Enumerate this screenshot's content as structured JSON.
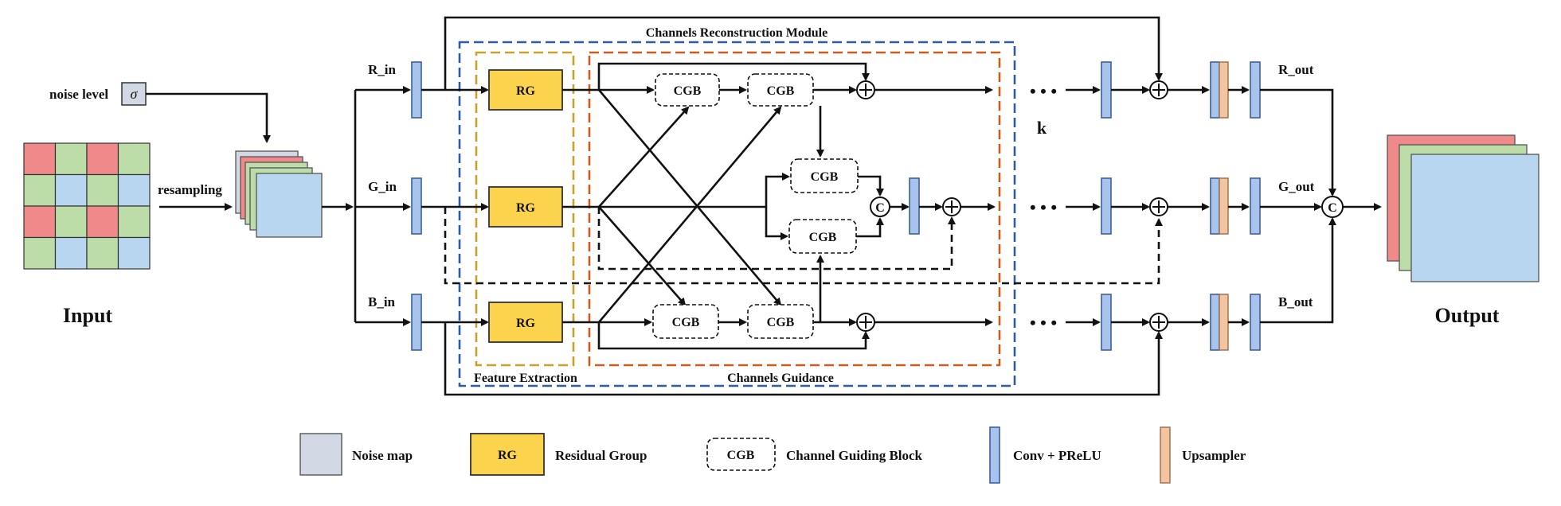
{
  "input": {
    "label": "Input",
    "noise_level_label": "noise level",
    "sigma": "σ",
    "resampling_label": "resampling"
  },
  "output": {
    "label": "Output"
  },
  "colors": {
    "red": "#f08a8a",
    "green": "#bcdca8",
    "blue": "#b9d6f0",
    "noise": "#d3d9e4",
    "rg": "#fcd34d",
    "conv": "#a9c4ec",
    "upsampler": "#f4c4a0",
    "blue_dash": "#2e5ba8",
    "gold_dash": "#c9a227",
    "orange_dash": "#cf5a1a"
  },
  "mosaic": [
    [
      "R",
      "G",
      "R",
      "G"
    ],
    [
      "G",
      "B",
      "G",
      "B"
    ],
    [
      "R",
      "G",
      "R",
      "G"
    ],
    [
      "G",
      "B",
      "G",
      "B"
    ]
  ],
  "branches": {
    "r_in": "R_in",
    "g_in": "G_in",
    "b_in": "B_in",
    "r_out": "R_out",
    "g_out": "G_out",
    "b_out": "B_out"
  },
  "modules": {
    "reconstruction": "Channels Reconstruction Module",
    "feature_extraction": "Feature Extraction",
    "channels_guidance": "Channels Guidance"
  },
  "blocks": {
    "rg": "RG",
    "cgb": "CGB",
    "concat": "C",
    "plus": "+",
    "k": "k",
    "dots": "• • •"
  },
  "legend": [
    {
      "icon": "noise-map",
      "label": "Noise map"
    },
    {
      "icon": "rg",
      "box_text": "RG",
      "label": "Residual Group"
    },
    {
      "icon": "cgb",
      "box_text": "CGB",
      "label": "Channel Guiding Block"
    },
    {
      "icon": "conv",
      "label": "Conv + PReLU"
    },
    {
      "icon": "upsampler",
      "label": "Upsampler"
    }
  ]
}
